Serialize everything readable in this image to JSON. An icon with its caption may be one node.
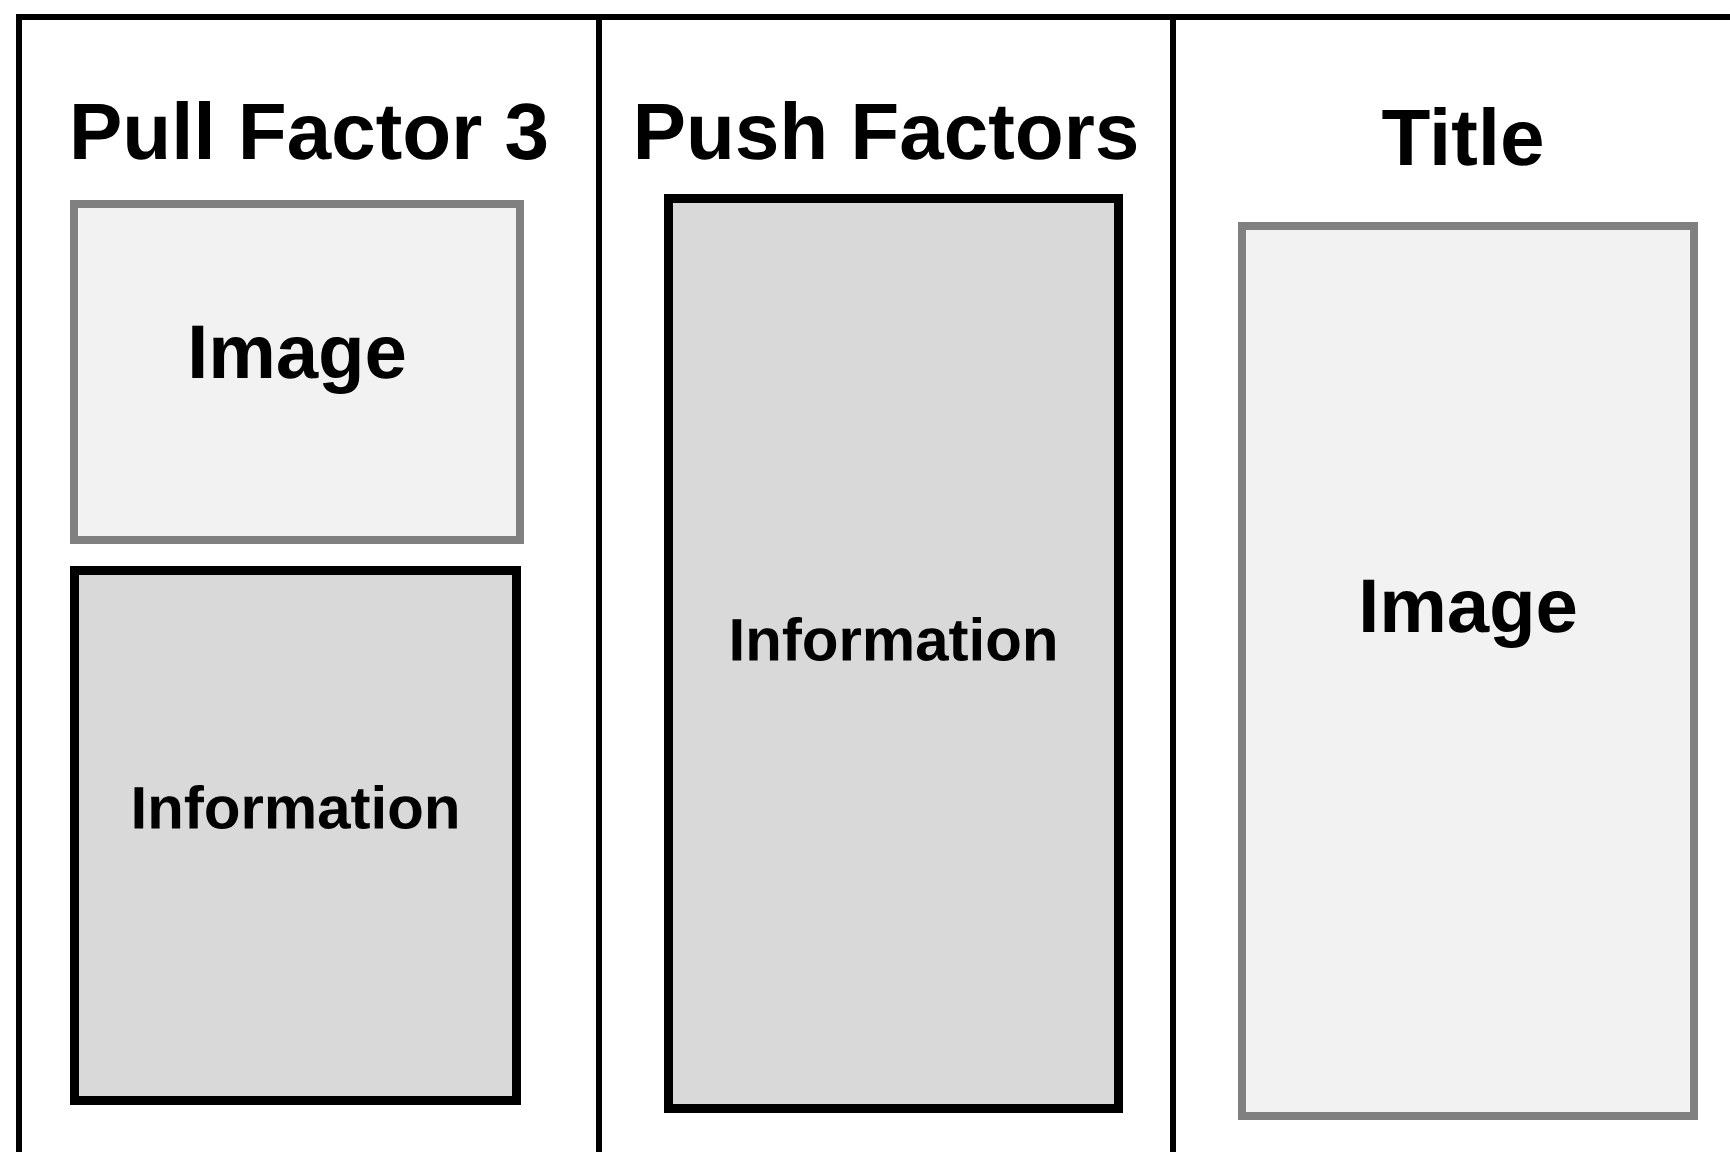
{
  "diagram": {
    "nodes": [
      {
        "text": [
          "Pull Factor 3"
        ]
      },
      {
        "text": [
          "Image"
        ],
        "in": 0
      },
      {
        "text": [
          "Information"
        ],
        "in": 0
      },
      {
        "text": [
          "Push Factors"
        ]
      },
      {
        "text": [
          "Information"
        ],
        "in": 3
      },
      {
        "text": [
          "Title"
        ]
      },
      {
        "text": [
          "Image"
        ],
        "in": 5
      }
    ]
  }
}
